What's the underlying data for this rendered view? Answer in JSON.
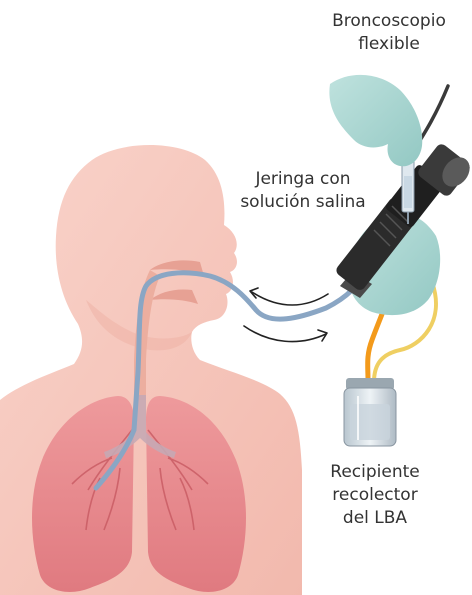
{
  "labels": {
    "bronchoscope": [
      "Broncoscopio",
      "flexible"
    ],
    "syringe": [
      "Jeringa con",
      "solución salina"
    ],
    "container": [
      "Recipiente",
      "recolector",
      "del LBA"
    ]
  },
  "colors": {
    "skin": "#f7c9bf",
    "skin_shadow": "#efb3a6",
    "lung": "#e8878a",
    "lung_shadow": "#d86b70",
    "glove": "#a8d6d2",
    "tube": "#8aa6c4",
    "orange_line": "#f39a1b",
    "yellow_line": "#efcf62",
    "scope_black": "#2b2b2b",
    "text": "#333333"
  },
  "icons": [
    "flow-in-arrow-icon",
    "flow-out-arrow-icon"
  ]
}
